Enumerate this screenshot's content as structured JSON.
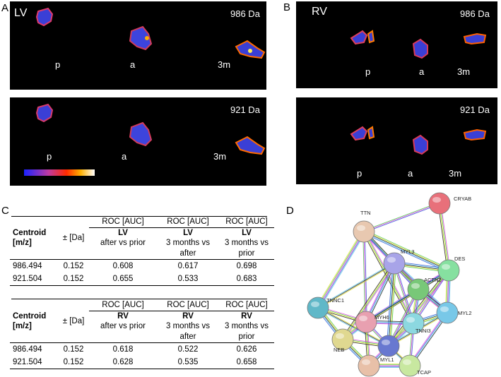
{
  "panels": {
    "a": {
      "letter": "A",
      "title": "LV",
      "top_mass": "986 Da",
      "bottom_mass": "921 Da",
      "labels": [
        "p",
        "a",
        "3m"
      ]
    },
    "b": {
      "letter": "B",
      "title": "RV",
      "top_mass": "986 Da",
      "bottom_mass": "921 Da",
      "labels": [
        "p",
        "a",
        "3m"
      ]
    },
    "c": {
      "letter": "C"
    },
    "d": {
      "letter": "D"
    }
  },
  "table_lv": {
    "col0_line1": "Centroid",
    "col0_line2": "[m/z]",
    "col1": "± [Da]",
    "roc_auc": "ROC [AUC]",
    "group": "LV",
    "cmp1": "after vs prior",
    "cmp2a": "3 months vs",
    "cmp2b": "after",
    "cmp3a": "3 months vs",
    "cmp3b": "prior",
    "rows": [
      [
        "986.494",
        "0.152",
        "0.608",
        "0.617",
        "0.698"
      ],
      [
        "921.504",
        "0.152",
        "0.655",
        "0.533",
        "0.683"
      ]
    ]
  },
  "table_rv": {
    "col0_line1": "Centroid",
    "col0_line2": "[m/z]",
    "col1": "± [Da]",
    "roc_auc": "ROC [AUC]",
    "group": "RV",
    "cmp1": "after vs prior",
    "cmp2a": "3 months vs",
    "cmp2b": "after",
    "cmp3a": "3 months vs",
    "cmp3b": "prior",
    "rows": [
      [
        "986.494",
        "0.152",
        "0.618",
        "0.522",
        "0.626"
      ],
      [
        "921.504",
        "0.152",
        "0.628",
        "0.535",
        "0.658"
      ]
    ]
  },
  "network": {
    "nodes": [
      {
        "name": "CRYAB",
        "color": "#e8707a"
      },
      {
        "name": "TTN",
        "color": "#e8c8b0"
      },
      {
        "name": "DES",
        "color": "#86e0a0"
      },
      {
        "name": "MYL3",
        "color": "#a8a4e8"
      },
      {
        "name": "ACTN2",
        "color": "#78c878"
      },
      {
        "name": "TNNC1",
        "color": "#60b8c8"
      },
      {
        "name": "MYH6",
        "color": "#e8a0b0"
      },
      {
        "name": "MYL2",
        "color": "#78c8e8"
      },
      {
        "name": "TNNI3",
        "color": "#8cd8e0"
      },
      {
        "name": "NEB",
        "color": "#e0d890"
      },
      {
        "name": "MYL1",
        "color": "#6878d0"
      },
      {
        "name": "TCAP",
        "color": "#c8e8a0"
      },
      {
        "name": "",
        "color": "#e8c0a8"
      }
    ],
    "edge_colors": [
      "#3b5bd6",
      "#e040e0",
      "#50c850",
      "#e0e030",
      "#202020",
      "#60c8e8"
    ]
  }
}
